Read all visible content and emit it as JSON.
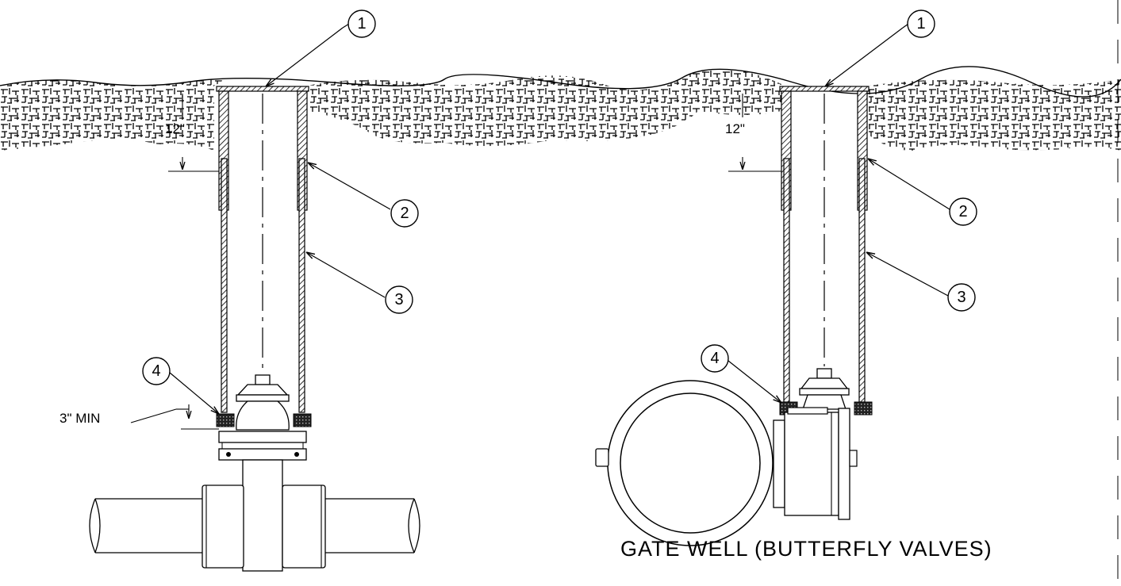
{
  "callouts": {
    "c1": "1",
    "c2": "2",
    "c3": "3",
    "c4": "4"
  },
  "dimensions": {
    "cover_depth": "12\"",
    "min_clearance": "3\" MIN"
  },
  "caption": "GATE WELL (BUTTERFLY VALVES)",
  "colors": {
    "ink": "#000000",
    "background": "#ffffff"
  }
}
